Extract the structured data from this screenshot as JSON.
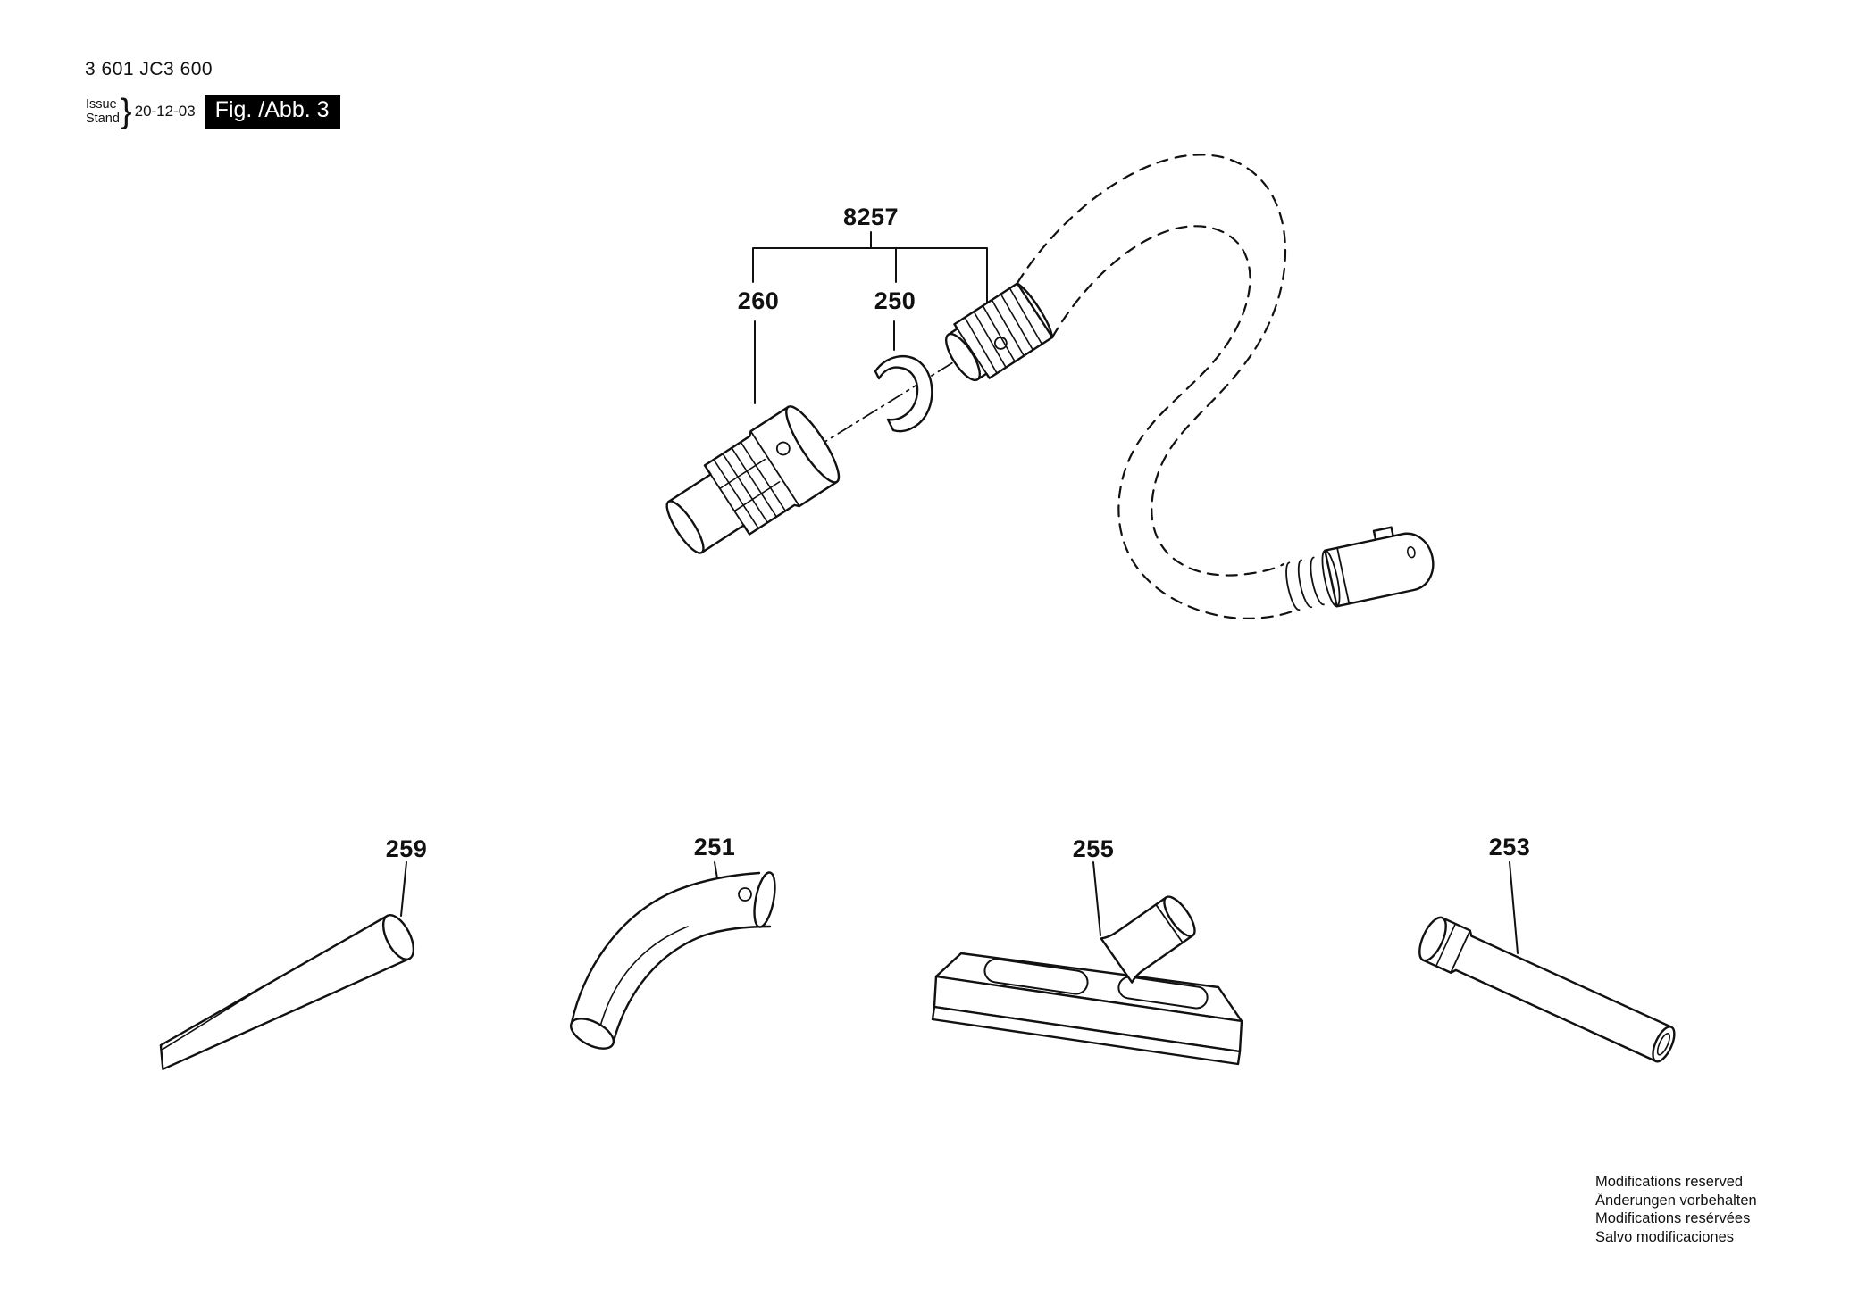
{
  "doc": {
    "part_number": "3 601 JC3 600",
    "issue_label": "Issue",
    "stand_label": "Stand",
    "brace": "}",
    "issue_date": "20-12-03",
    "figure_label": "Fig. /Abb. 3"
  },
  "callouts": {
    "assembly": "8257",
    "adapter": "260",
    "clip": "250",
    "crevice_nozzle": "259",
    "bent_nozzle": "251",
    "floor_nozzle": "255",
    "extension_tube": "253"
  },
  "footer": {
    "line1": "Modifications reserved",
    "line2": "Änderungen vorbehalten",
    "line3": "Modifications resérvées",
    "line4": "Salvo modificaciones"
  },
  "colors": {
    "ink": "#111111",
    "badge_bg": "#000000",
    "badge_text": "#ffffff",
    "background": "#ffffff"
  }
}
